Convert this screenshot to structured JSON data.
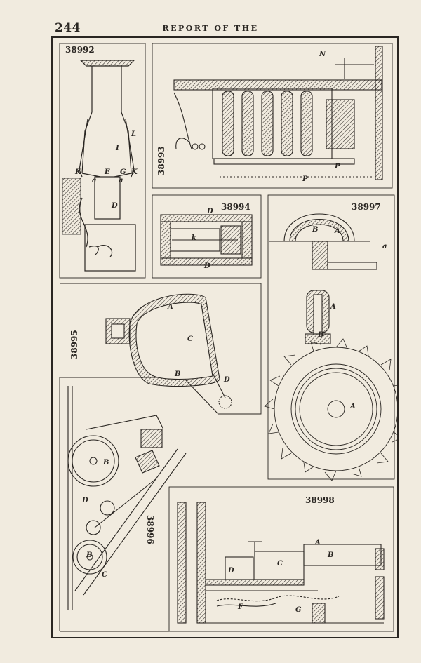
{
  "header": {
    "page_number": "244",
    "running_head": "REPORT OF THE"
  },
  "figures": {
    "f38992": {
      "label": "38992",
      "letters": [
        "L",
        "I",
        "K",
        "E",
        "G",
        "K",
        "a",
        "a",
        "D"
      ]
    },
    "f38993": {
      "label": "38993",
      "letters": [
        "N",
        "P",
        "P"
      ]
    },
    "f38994": {
      "label": "38994",
      "letters": [
        "D",
        "k",
        "D"
      ]
    },
    "f38997": {
      "label": "38997",
      "letters": [
        "B",
        "A",
        "a",
        "A",
        "B",
        "A"
      ]
    },
    "f38995": {
      "label": "38995",
      "letters": [
        "A",
        "C",
        "B",
        "D"
      ]
    },
    "f38996": {
      "label": "38996",
      "letters": [
        "B",
        "D",
        "B",
        "C"
      ]
    },
    "f38998": {
      "label": "38998",
      "letters": [
        "A",
        "B",
        "C",
        "D",
        "F",
        "G"
      ]
    }
  }
}
